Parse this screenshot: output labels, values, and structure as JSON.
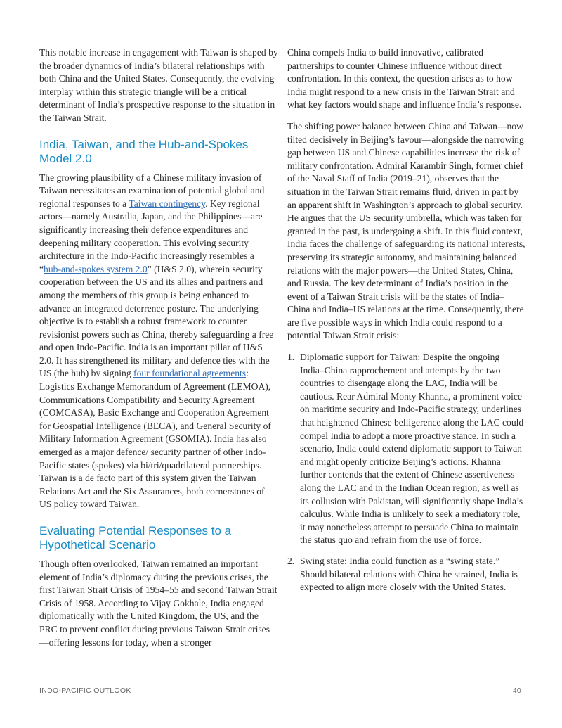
{
  "left": {
    "p1": "This notable increase in engagement with Taiwan is shaped by the broader dynamics of India’s bilateral relationships with both China and the United States. Consequently, the evolving interplay within this strategic triangle will be a critical determinant of India’s prospective response to the situation in the Taiwan Strait.",
    "h1": "India, Taiwan, and the Hub-and-Spokes Model 2.0",
    "p2a": "The growing plausibility of a Chinese military invasion of Taiwan necessitates an examination of potential global and regional responses to a ",
    "link1": "Taiwan contingency",
    "p2b": ". Key regional actors—namely Australia, Japan, and the Philippines—are significantly increasing their defence expenditures and deepening military cooperation. This evolving security architecture in the Indo-Pacific increasingly resembles a “",
    "link2": "hub-and-spokes system 2.0",
    "p2c": "” (H&S 2.0), wherein security cooperation between the US and its allies and partners and among the members of this group is being enhanced to advance an integrated deterrence posture. The underlying objective is to establish a robust framework to counter revisionist powers such as China, thereby safeguarding a free and open Indo-Pacific. India is an important pillar of H&S 2.0. It has strengthened its military and defence ties with the US (the hub) by signing ",
    "link3": "four foundational agreements",
    "p2d": ": Logistics Exchange Memorandum of Agreement (LEMOA), Communications Compatibility and Security Agreement (COMCASA), Basic Exchange and Cooperation Agreement for Geospatial Intelligence (BECA), and General Security of Military Information Agreement (GSOMIA). India has also emerged as a major defence/ security partner of other Indo-Pacific states (spokes) via bi/tri/quadrilateral partnerships. Taiwan is a de facto part of this system given the Taiwan Relations Act and the Six Assurances, both cornerstones of US policy toward Taiwan.",
    "h2": "Evaluating Potential Responses to a Hypothetical Scenario",
    "p3": "Though often overlooked, Taiwan remained an important element of India’s diplomacy during the previous crises, the first Taiwan Strait Crisis of 1954–55 and second Taiwan Strait Crisis of 1958. According to Vijay Gokhale, India engaged diplomatically with the United Kingdom, the US, and the PRC to prevent conflict during previous Taiwan Strait crises—offering lessons for today, when a stronger"
  },
  "right": {
    "p1": "China compels India to build innovative, calibrated partnerships to counter Chinese influence without direct confrontation. In this context, the question arises as to how India might respond to a new crisis in the Taiwan Strait and what key factors would shape and influence India’s response.",
    "p2": "The shifting power balance between China and Taiwan—now tilted decisively in Beijing’s favour—alongside the narrowing gap between US and Chinese capabilities increase the risk of military confrontation. Admiral Karambir Singh, former chief of the Naval Staff of India (2019–21), observes that the situation in the Taiwan Strait remains fluid, driven in part by an apparent shift in Washington’s approach to global security. He argues that the US security umbrella, which was taken for granted in the past, is undergoing a shift. In this fluid context, India faces the challenge of safeguarding its national interests, preserving its strategic autonomy, and maintaining balanced relations with the major powers—the United States, China, and Russia. The key determinant of India’s position in the event of a Taiwan Strait crisis will be the states of India–China and India–US relations at the time. Consequently, there are five possible ways in which India could respond to a potential Taiwan Strait crisis:",
    "list": [
      {
        "num": "1.",
        "text": "Diplomatic support for Taiwan: Despite the ongoing India–China rapprochement and attempts by the two countries to disengage along the LAC, India will be cautious. Rear Admiral Monty Khanna, a prominent voice on maritime security and Indo-Pacific strategy, underlines that heightened Chinese belligerence along the LAC could compel India to adopt a more proactive stance. In such a scenario, India could extend diplomatic support to Taiwan and might openly criticize Beijing’s actions. Khanna further contends that the extent of Chinese assertiveness along the LAC and in the Indian Ocean region, as well as its collusion with Pakistan, will significantly shape India’s calculus. While India is unlikely to seek a mediatory role, it may nonetheless attempt to persuade China to maintain the status quo and refrain from the use of force."
      },
      {
        "num": "2.",
        "text": "Swing state: India could function as a “swing state.” Should bilateral relations with China be strained, India is expected to align more closely with the United States."
      }
    ]
  },
  "footer": {
    "publication": "INDO-PACIFIC OUTLOOK",
    "page": "40"
  }
}
